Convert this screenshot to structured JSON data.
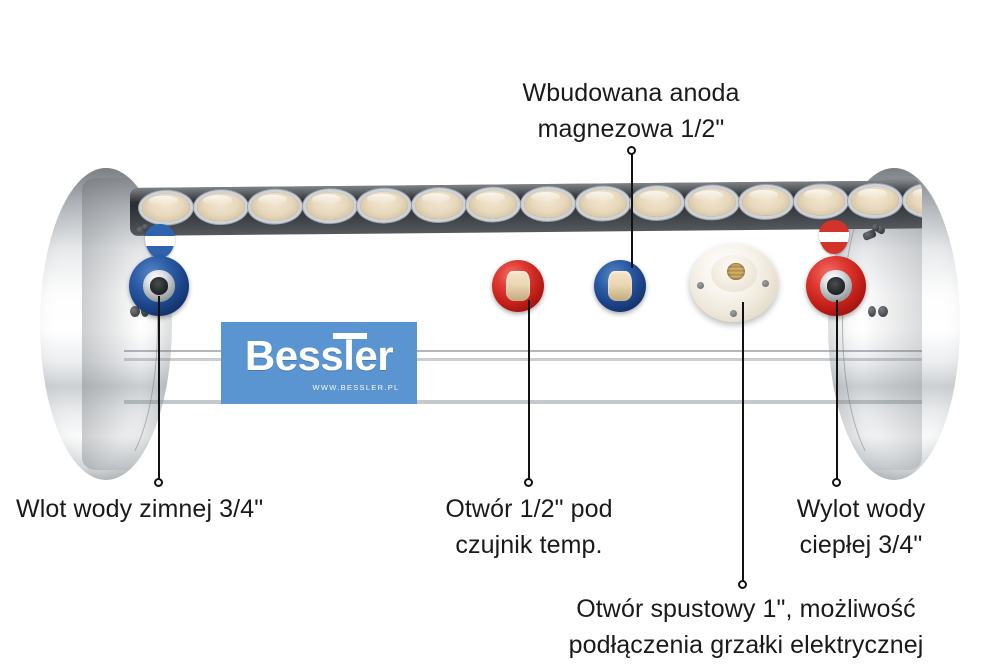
{
  "product": {
    "brand_name": "Bessler",
    "brand_url": "WWW.BESSLER.PL",
    "brand_color": "#5b95d1",
    "body_description": "horizontal stainless steel water heater tank"
  },
  "callouts": [
    {
      "id": "anode",
      "text": "Wbudowana anoda\nmagnezowa 1/2\"",
      "position": "top-center",
      "align": "center"
    },
    {
      "id": "cold-inlet",
      "text": "Wlot wody zimnej 3/4\"",
      "position": "bottom-left",
      "align": "left"
    },
    {
      "id": "temp-sensor",
      "text": "Otwór 1/2\" pod\nczujnik temp.",
      "position": "bottom-center-left",
      "align": "center"
    },
    {
      "id": "hot-outlet",
      "text": "Wylot wody\nciepłej 3/4\"",
      "position": "bottom-right",
      "align": "center"
    },
    {
      "id": "drain-port",
      "text": "Otwór spustowy 1\", możliwość\npodłączenia grzałki elektrycznej",
      "position": "bottom-center",
      "align": "center"
    }
  ],
  "ports": [
    {
      "id": "cold-inlet",
      "color": "#1b4488",
      "color_name": "blue",
      "type": "chrome-hub"
    },
    {
      "id": "temp-sensor",
      "color": "#c21f19",
      "color_name": "red",
      "type": "capped"
    },
    {
      "id": "anode",
      "color": "#1b4488",
      "color_name": "blue",
      "type": "capped"
    },
    {
      "id": "drain-port",
      "color": "#efe9dc",
      "color_name": "cream",
      "type": "flange"
    },
    {
      "id": "hot-outlet",
      "color": "#c21f19",
      "color_name": "red",
      "type": "chrome-hub"
    }
  ],
  "insulation_cup_count": 15
}
